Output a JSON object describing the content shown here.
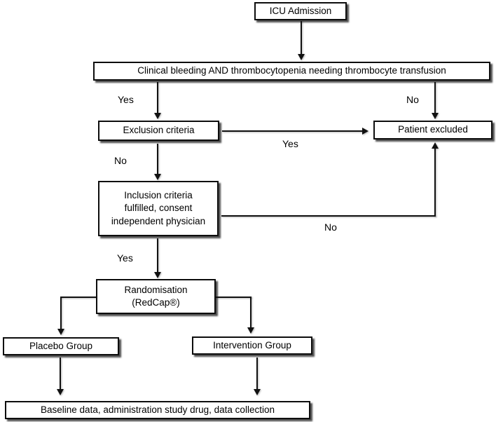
{
  "diagram_type": "study-flowchart",
  "nodes": {
    "icu": {
      "label": "ICU Admission"
    },
    "screening": {
      "label": "Clinical bleeding AND thrombocytopenia needing thrombocyte transfusion"
    },
    "exclusion": {
      "label": "Exclusion criteria"
    },
    "patient_excluded": {
      "label": "Patient excluded"
    },
    "inclusion": {
      "label": "Inclusion criteria\nfulfilled, consent\nindependent physician"
    },
    "randomisation": {
      "label": "Randomisation\n(RedCap®)"
    },
    "placebo": {
      "label": "Placebo Group"
    },
    "intervention": {
      "label": "Intervention Group"
    },
    "baseline": {
      "label": "Baseline data, administration study drug, data collection"
    }
  },
  "edge_labels": {
    "screening_yes": "Yes",
    "screening_no": "No",
    "exclusion_yes": "Yes",
    "exclusion_no": "No",
    "inclusion_no": "No",
    "inclusion_yes": "Yes"
  },
  "colors": {
    "background": "#ffffff",
    "box_fill": "#ffffff",
    "box_border": "#000000",
    "box_shadow": "#4f4f4f",
    "line": "#111111",
    "text": "#000000"
  }
}
